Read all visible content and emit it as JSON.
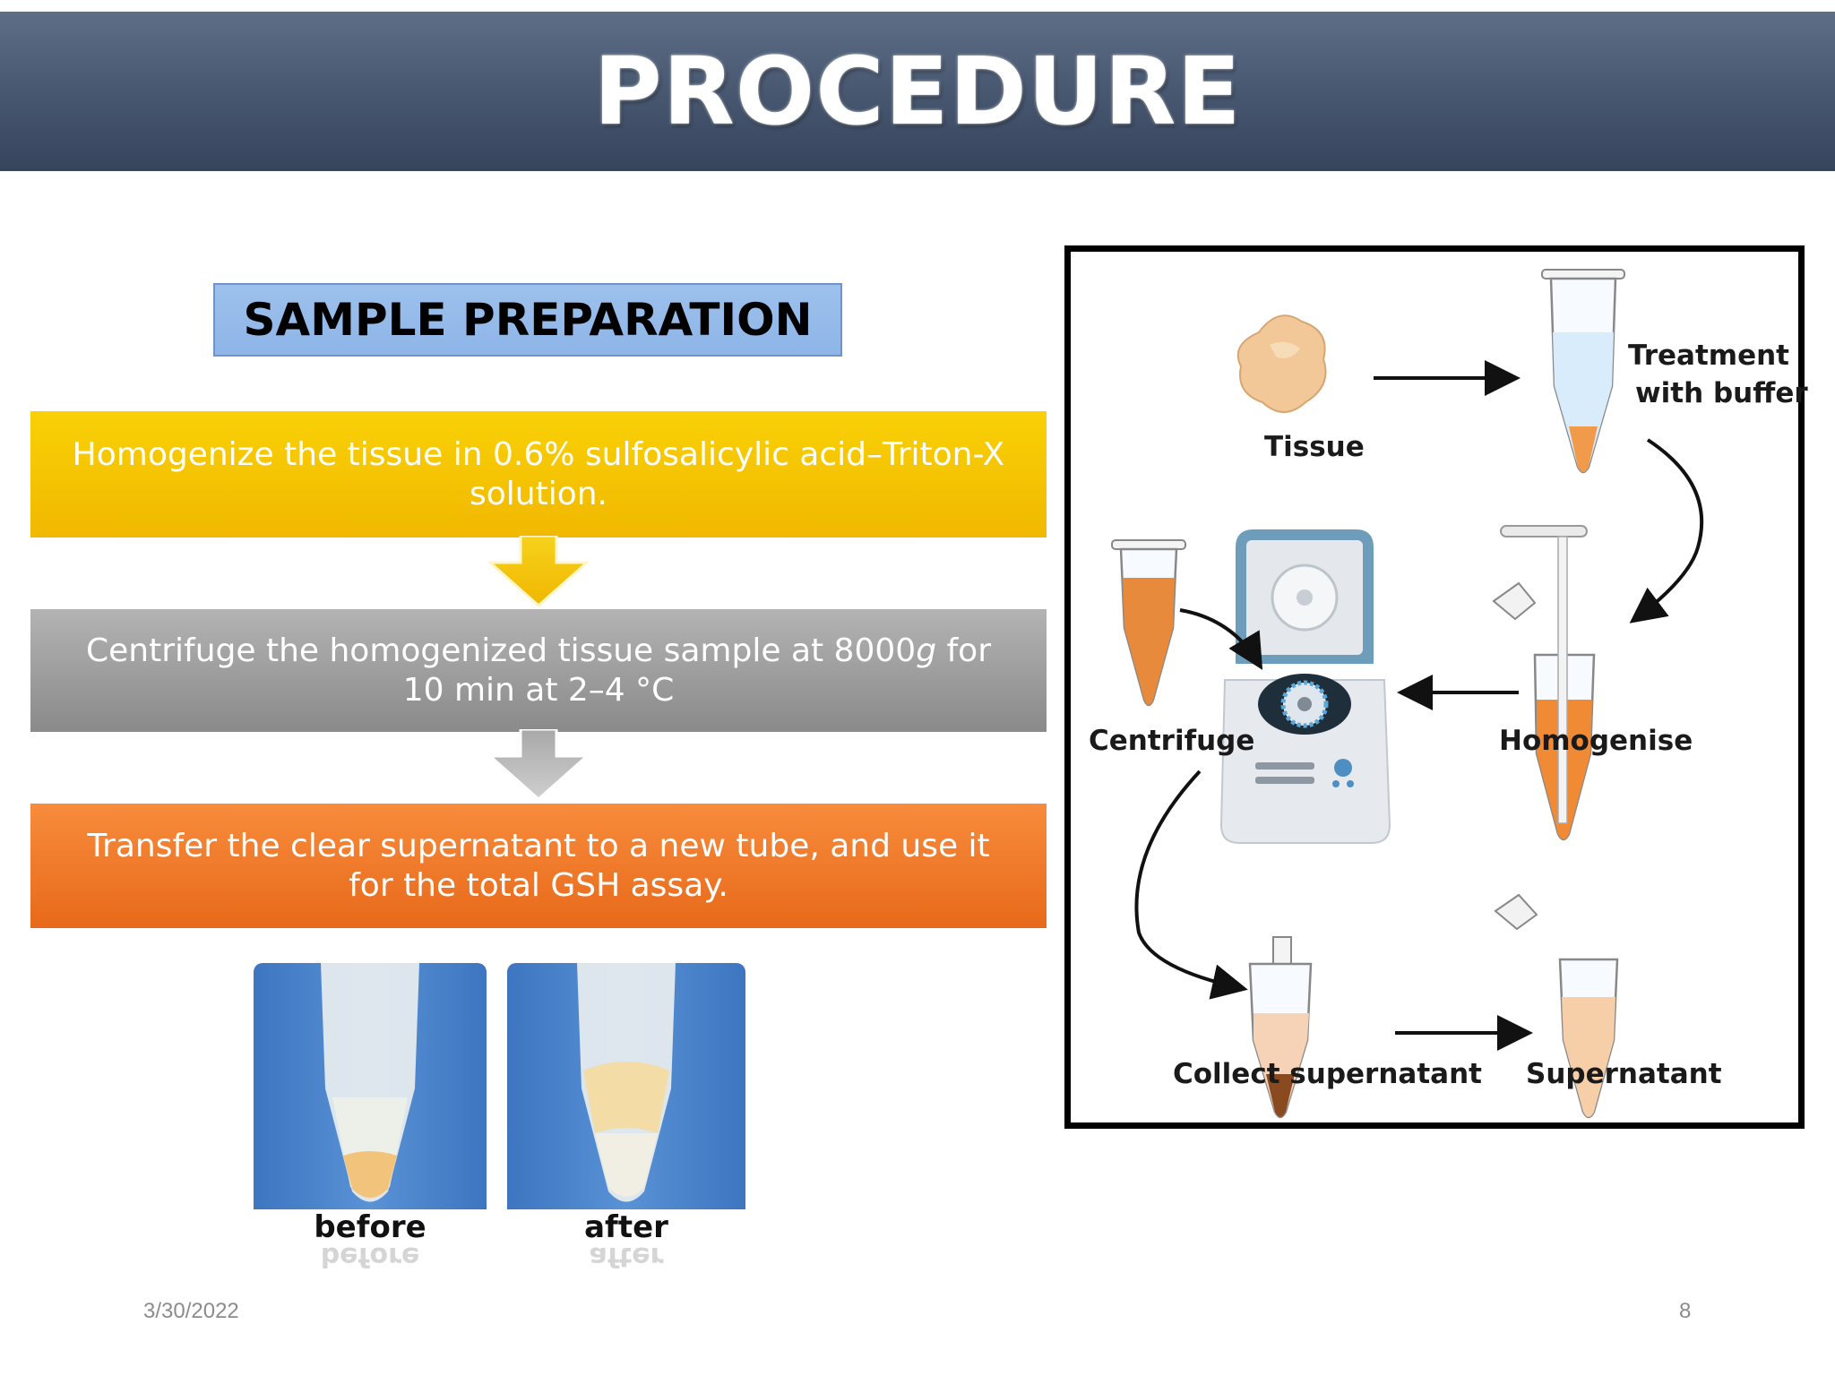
{
  "slide": {
    "title": "PROCEDURE",
    "section_label": "SAMPLE PREPARATION",
    "steps": [
      {
        "text": "Homogenize the tissue in 0.6% sulfosalicylic acid–Triton-X solution.",
        "color": "#f5c400"
      },
      {
        "text_before": "Centrifuge the homogenized tissue sample at 8000",
        "text_italic": "g",
        "text_after": " for 10 min at 2–4 °C",
        "color": "#9e9e9e"
      },
      {
        "text": "Transfer the clear supernatant to a new tube, and use it for the total GSH assay.",
        "color": "#f07a24"
      }
    ],
    "photos": [
      {
        "label": "before"
      },
      {
        "label": "after"
      }
    ],
    "diagram": {
      "labels": {
        "tissue": "Tissue",
        "treatment_line1": "Treatment",
        "treatment_line2": "with buffer",
        "centrifuge": "Centrifuge",
        "homogenise": "Homogenise",
        "collect": "Collect supernatant",
        "supernatant": "Supernatant"
      }
    },
    "footer": {
      "date": "3/30/2022",
      "page": "8"
    }
  }
}
